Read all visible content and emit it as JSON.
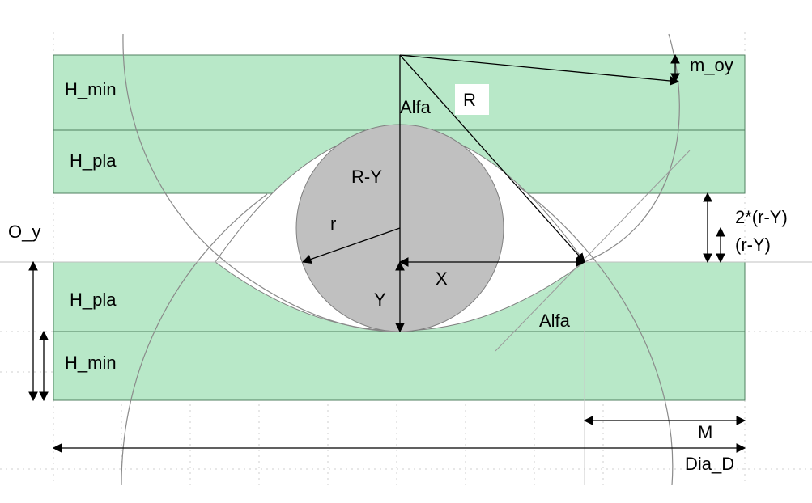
{
  "labels": {
    "h_min_top": "H_min",
    "h_pla_top": "H_pla",
    "h_pla_bottom": "H_pla",
    "h_min_bottom": "H_min",
    "o_y": "O_y",
    "alfa_top": "Alfa",
    "r_big": "R",
    "r_minus_y": "R-Y",
    "r_small": "r",
    "x": "X",
    "y": "Y",
    "alfa_bottom": "Alfa",
    "m_oy": "m_oy",
    "two_r_minus_y": "2*(r-Y)",
    "r_minus_y_paren": "(r-Y)",
    "m": "M",
    "dia_d": "Dia_D"
  },
  "colors": {
    "band_fill": "#b8e8c8",
    "band_line": "#4f7f5f",
    "circle_fill": "#c0c0c0",
    "arc_line": "#808080",
    "grid_line": "#c8c8c8",
    "arrow": "#000000"
  }
}
